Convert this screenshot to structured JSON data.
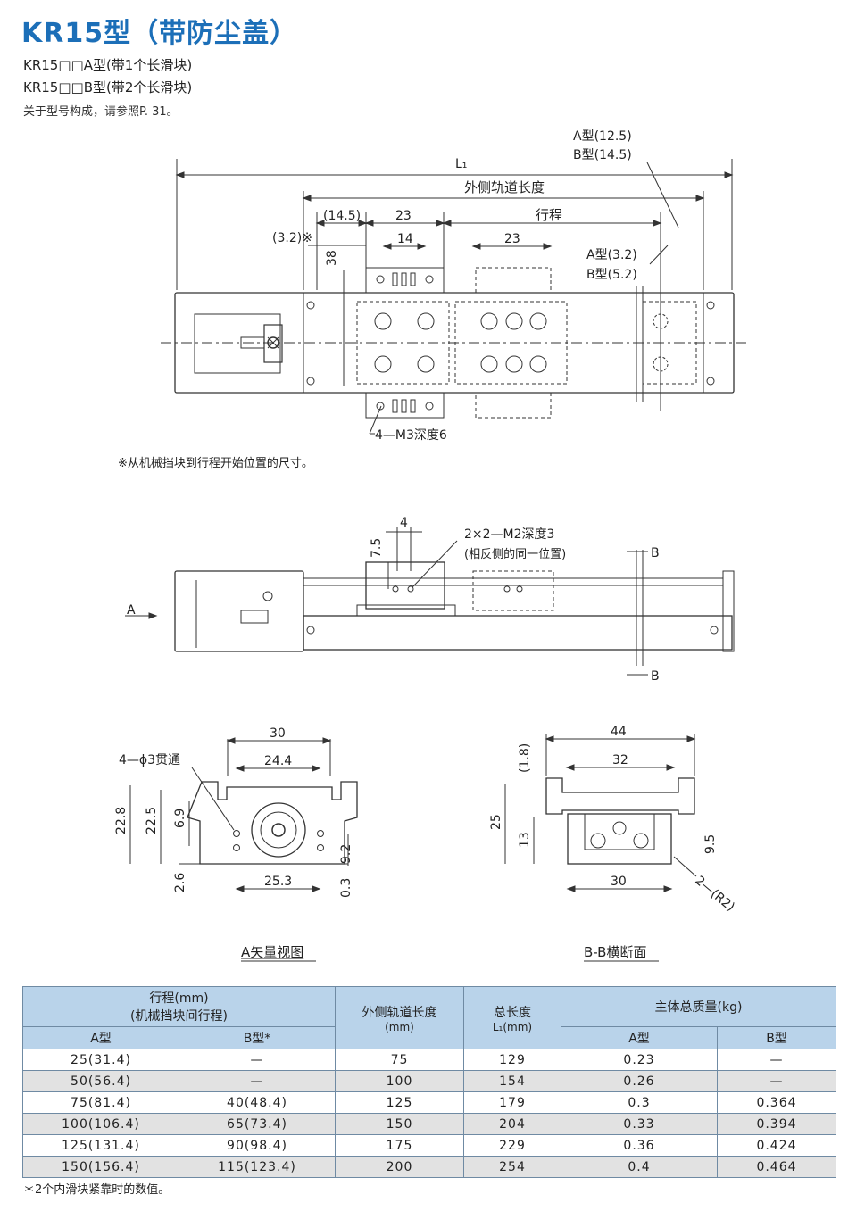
{
  "header": {
    "title": "KR15型（带防尘盖）",
    "line1": "KR15□□A型(带1个长滑块)",
    "line2": "KR15□□B型(带2个长滑块)",
    "ref": "关于型号构成，请参照P. 31。"
  },
  "top_view": {
    "L1": "L₁",
    "outer_rail": "外侧轨道长度",
    "stroke": "行程",
    "d14_5": "(14.5)",
    "d23a": "23",
    "d23b": "23",
    "d14": "14",
    "d3_2star": "(3.2)※",
    "d38": "38",
    "a_end": "A型(12.5)",
    "b_end": "B型(14.5)",
    "a_off": "A型(3.2)",
    "b_off": "B型(5.2)",
    "holes": "4—M3深度6",
    "note": "※从机械挡块到行程开始位置的尺寸。"
  },
  "side_view": {
    "d4": "4",
    "d7_5": "7.5",
    "holes": "2×2—M2深度3",
    "holes_note": "(相反侧的同一位置)",
    "sec_b_top": "B",
    "sec_b_bottom": "B",
    "view_a": "A"
  },
  "end_view": {
    "d30": "30",
    "d24_4": "24.4",
    "through": "4—ϕ3贯通",
    "d22_8": "22.8",
    "d22_5": "22.5",
    "d6_9": "6.9",
    "d9_2": "9.2",
    "d2_6": "2.6",
    "d25_3": "25.3",
    "d0_3": "0.3",
    "caption": "A矢量视图"
  },
  "section_view": {
    "d44": "44",
    "d1_8": "(1.8)",
    "d32": "32",
    "d25": "25",
    "d13": "13",
    "d9_5": "9.5",
    "d30": "30",
    "r2": "2—(R2)",
    "caption": "B-B横断面"
  },
  "table": {
    "h_stroke": "行程(mm)",
    "h_stroke2": "(机械挡块间行程)",
    "h_a": "A型",
    "h_b": "B型*",
    "h_outer": "外侧轨道长度",
    "h_outer_unit": "(mm)",
    "h_total": "总长度",
    "h_total_unit": "L₁(mm)",
    "h_mass": "主体总质量(kg)",
    "h_mass_a": "A型",
    "h_mass_b": "B型",
    "rows": [
      {
        "a": "25(31.4)",
        "b": "—",
        "outer": "75",
        "total": "129",
        "ma": "0.23",
        "mb": "—"
      },
      {
        "a": "50(56.4)",
        "b": "—",
        "outer": "100",
        "total": "154",
        "ma": "0.26",
        "mb": "—"
      },
      {
        "a": "75(81.4)",
        "b": "40(48.4)",
        "outer": "125",
        "total": "179",
        "ma": "0.3",
        "mb": "0.364"
      },
      {
        "a": "100(106.4)",
        "b": "65(73.4)",
        "outer": "150",
        "total": "204",
        "ma": "0.33",
        "mb": "0.394"
      },
      {
        "a": "125(131.4)",
        "b": "90(98.4)",
        "outer": "175",
        "total": "229",
        "ma": "0.36",
        "mb": "0.424"
      },
      {
        "a": "150(156.4)",
        "b": "115(123.4)",
        "outer": "200",
        "total": "254",
        "ma": "0.4",
        "mb": "0.464"
      }
    ]
  },
  "footnote": "＊2个内滑块紧靠时的数值。"
}
